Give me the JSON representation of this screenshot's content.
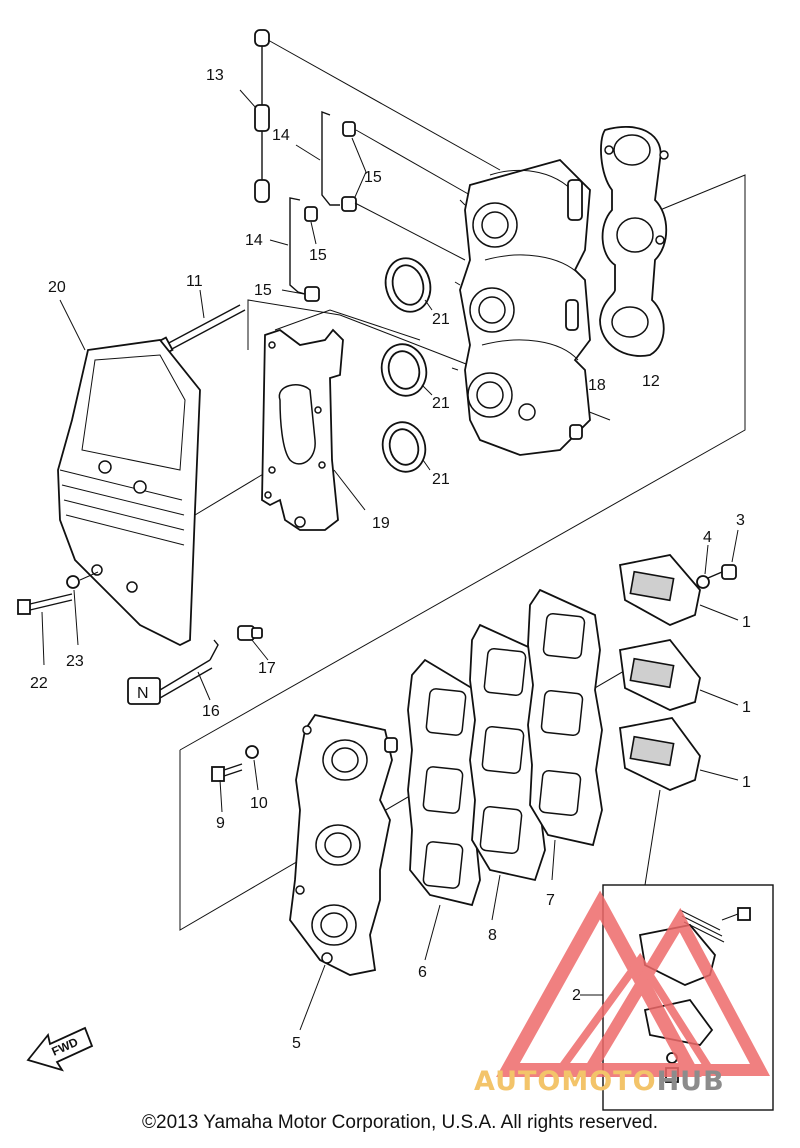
{
  "callouts": [
    {
      "id": "1a",
      "label": "1"
    },
    {
      "id": "1b",
      "label": "1"
    },
    {
      "id": "1c",
      "label": "1"
    },
    {
      "id": "2",
      "label": "2"
    },
    {
      "id": "3",
      "label": "3"
    },
    {
      "id": "4",
      "label": "4"
    },
    {
      "id": "5",
      "label": "5"
    },
    {
      "id": "6",
      "label": "6"
    },
    {
      "id": "7",
      "label": "7"
    },
    {
      "id": "8",
      "label": "8"
    },
    {
      "id": "9",
      "label": "9"
    },
    {
      "id": "10",
      "label": "10"
    },
    {
      "id": "11",
      "label": "11"
    },
    {
      "id": "12",
      "label": "12"
    },
    {
      "id": "13",
      "label": "13"
    },
    {
      "id": "14a",
      "label": "14"
    },
    {
      "id": "14b",
      "label": "14"
    },
    {
      "id": "15a",
      "label": "15"
    },
    {
      "id": "15b",
      "label": "15"
    },
    {
      "id": "15c",
      "label": "15"
    },
    {
      "id": "16",
      "label": "16"
    },
    {
      "id": "17",
      "label": "17"
    },
    {
      "id": "18",
      "label": "18"
    },
    {
      "id": "19",
      "label": "19"
    },
    {
      "id": "20",
      "label": "20"
    },
    {
      "id": "21a",
      "label": "21"
    },
    {
      "id": "21b",
      "label": "21"
    },
    {
      "id": "21c",
      "label": "21"
    },
    {
      "id": "22",
      "label": "22"
    },
    {
      "id": "23",
      "label": "23"
    }
  ],
  "fwd_label": "FWD",
  "drain_plug_label": "N",
  "watermark": {
    "part1": "AUTOMOTO",
    "part2": "HUB",
    "color_primary": "#f3c46a",
    "color_secondary": "#8c8c8c",
    "triangle_color": "#ee6a6a"
  },
  "copyright": "©2013 Yamaha Motor Corporation, U.S.A. All rights reserved."
}
